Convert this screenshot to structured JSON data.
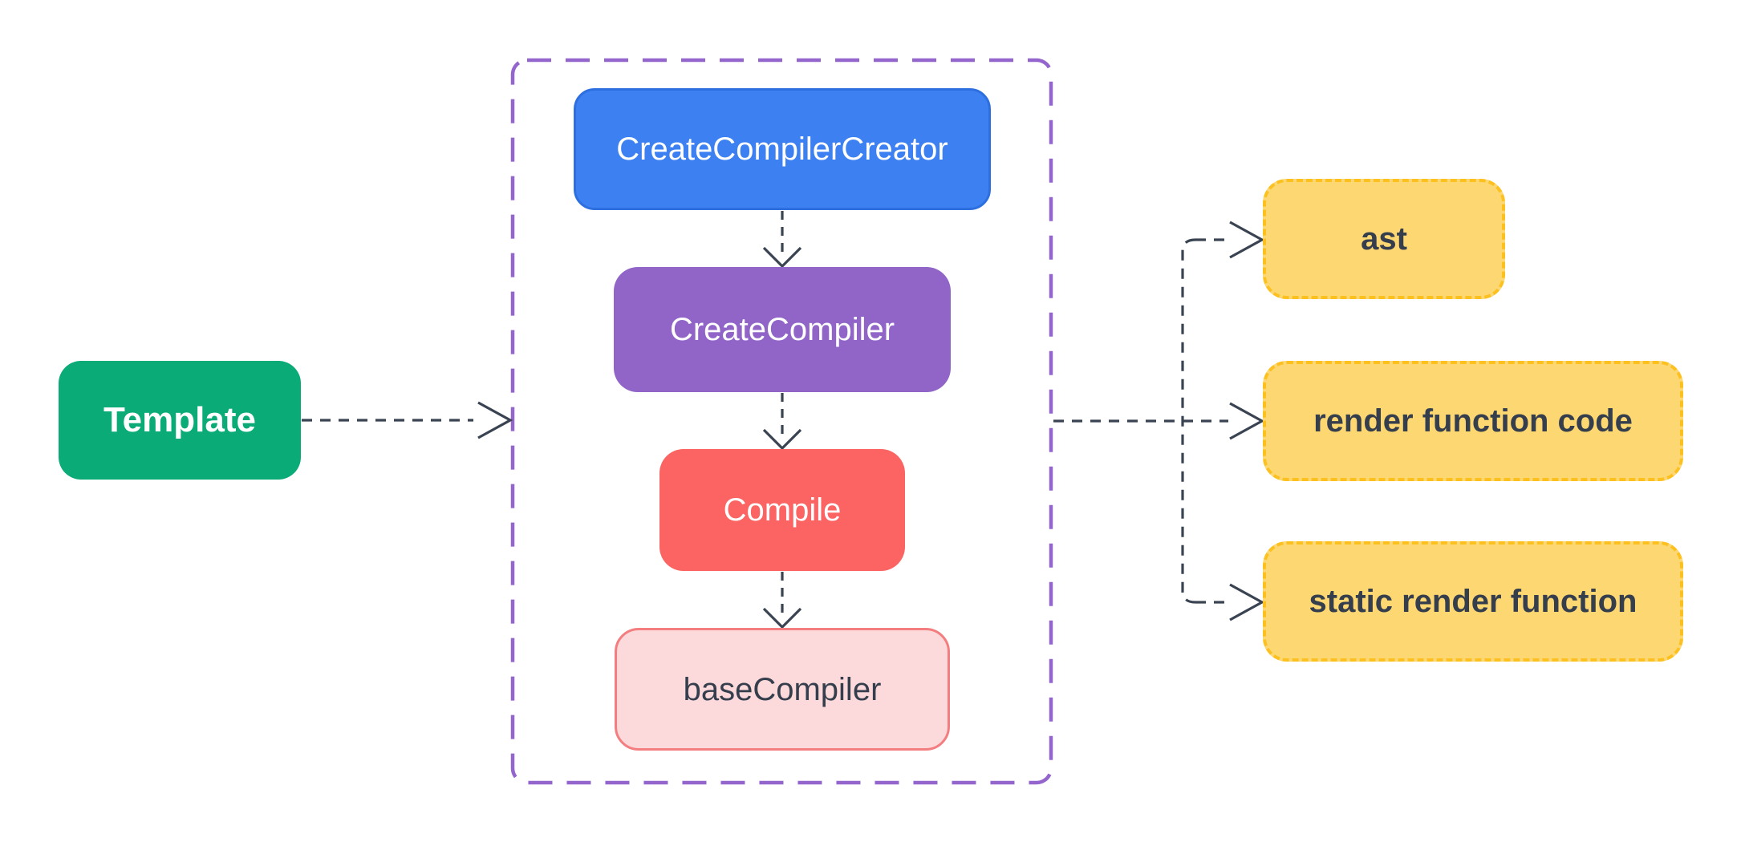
{
  "diagram": {
    "type": "flowchart",
    "background": "#FFFFFF",
    "nodes": {
      "template": {
        "label": "Template",
        "fill": "#0BAB78",
        "text_color": "#FFFFFF"
      },
      "create_compiler_creator": {
        "label": "CreateCompilerCreator",
        "fill": "#3D80F2",
        "border": "#2E6FE0",
        "text_color": "#FFFFFF"
      },
      "create_compiler": {
        "label": "CreateCompiler",
        "fill": "#9164C8",
        "text_color": "#FFFFFF"
      },
      "compile": {
        "label": "Compile",
        "fill": "#FB6462",
        "text_color": "#FFFFFF"
      },
      "base_compiler": {
        "label": "baseCompiler",
        "fill": "#FCD9DB",
        "border": "#F37D7F",
        "text_color": "#353E4C"
      },
      "ast": {
        "label": "ast",
        "fill": "#FDD772",
        "border": "#FCC11E",
        "text_color": "#353E4C"
      },
      "render_function_code": {
        "label": "render function code",
        "fill": "#FDD772",
        "border": "#FCC11E",
        "text_color": "#353E4C"
      },
      "static_render_function": {
        "label": "static render function",
        "fill": "#FDD772",
        "border": "#FCC11E",
        "text_color": "#353E4C"
      }
    },
    "container": {
      "border_color": "#9565CE",
      "style": "dashed"
    },
    "edges": {
      "style": "dashed",
      "color": "#3A4351",
      "connections": [
        "Template -> pipeline-container",
        "CreateCompilerCreator -> CreateCompiler",
        "CreateCompiler -> Compile",
        "Compile -> baseCompiler",
        "pipeline-container -> ast",
        "pipeline-container -> render function code",
        "pipeline-container -> static render function"
      ]
    }
  }
}
